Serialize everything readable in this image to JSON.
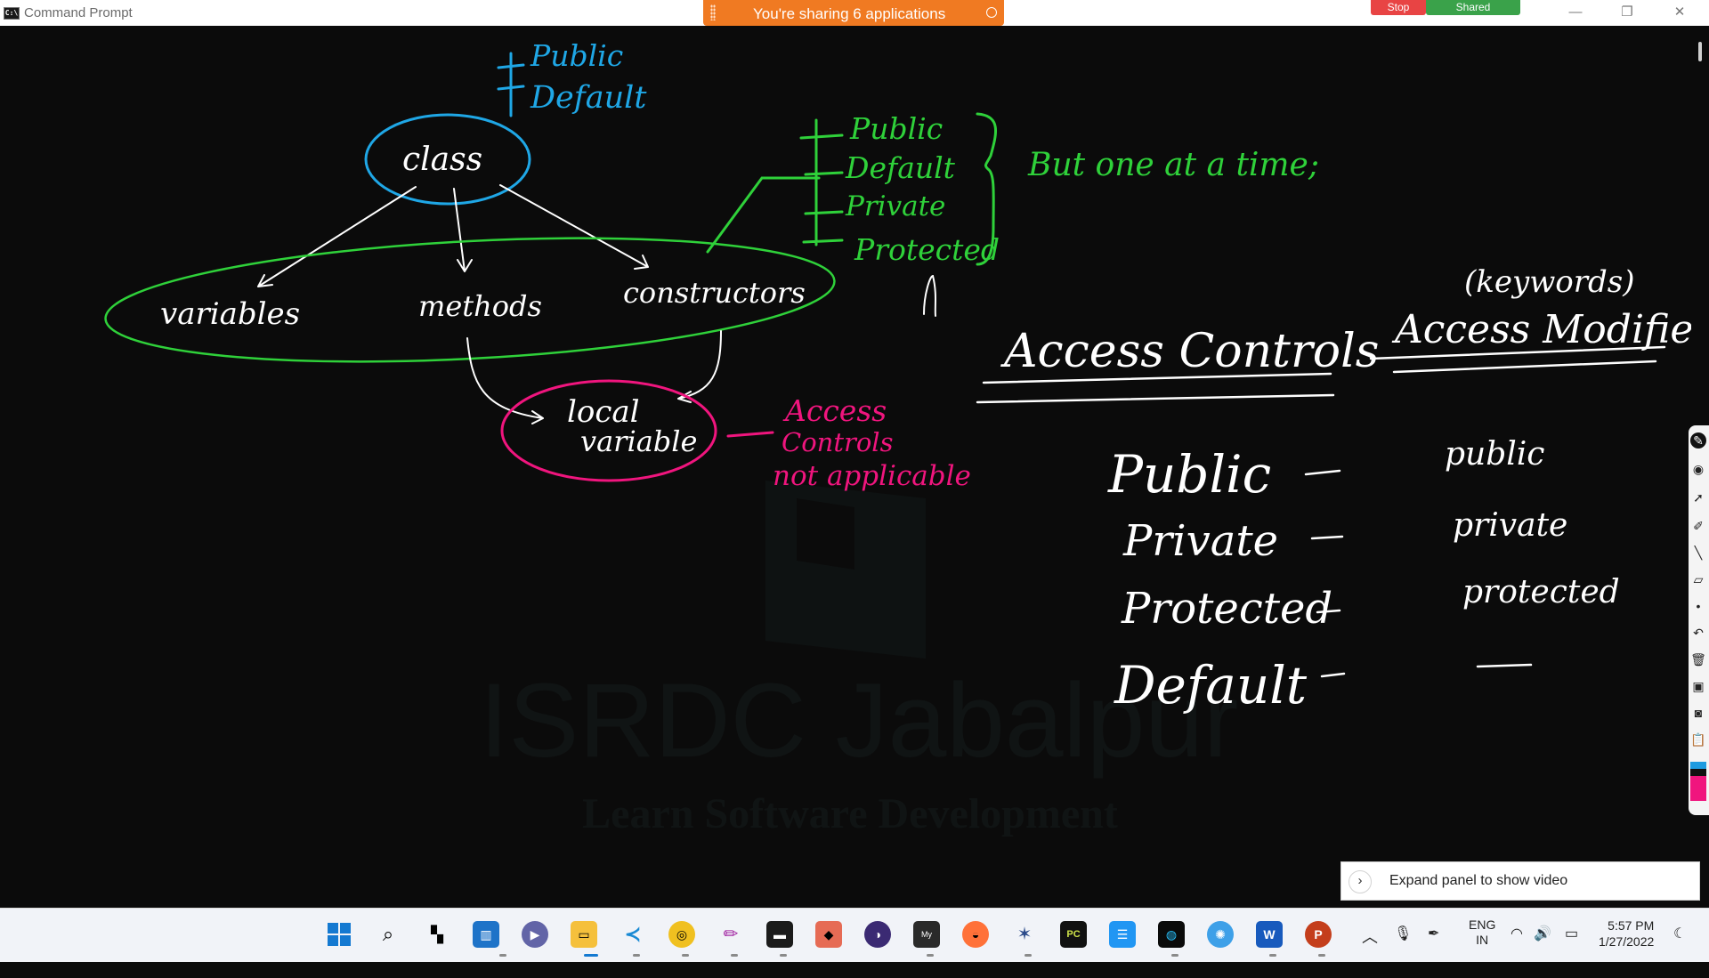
{
  "window": {
    "title": "Command Prompt",
    "icon": "cmd-icon"
  },
  "share_banner": {
    "text": "You're sharing 6 applications",
    "stop_label": "Stop",
    "shared_label": "Shared"
  },
  "whiteboard": {
    "class_modifiers": [
      "Public",
      "Default"
    ],
    "class_label": "class",
    "members": {
      "variables": "variables",
      "methods": "methods",
      "constructors": "constructors"
    },
    "local_variable": [
      "local",
      "variable"
    ],
    "local_note": [
      "Access",
      "Controls",
      "not applicable"
    ],
    "constructor_modifiers": [
      "Public",
      "Default",
      "Private",
      "Protected"
    ],
    "one_at_a_time": "But one at a time;",
    "keywords_note": "(keywords)",
    "access_controls_heading": "Access Controls",
    "access_modifiers_heading": "Access Modifiers",
    "controls": [
      "Public",
      "Private",
      "Protected",
      "Default"
    ],
    "modifiers": [
      "public",
      "private",
      "protected",
      ""
    ],
    "watermark_title": "ISRDC Jabalpur",
    "watermark_subtitle": "Learn Software Development",
    "colors": {
      "blue": "#1fa7e6",
      "green": "#2fd13a",
      "pink": "#f0157e",
      "ink": "#ffffff"
    }
  },
  "video_panel": {
    "text": "Expand panel to show video"
  },
  "taskbar": {
    "apps": [
      "windows-start-icon",
      "search-icon",
      "task-view-icon",
      "widgets-icon",
      "teams-chat-icon",
      "file-explorer-icon",
      "vscode-icon",
      "chrome-canary-icon",
      "pen-tool-icon",
      "terminal-icon",
      "app-icon",
      "eclipse-icon",
      "mysql-icon",
      "firefox-icon",
      "app-icon",
      "pycharm-icon",
      "notepad-icon",
      "webex-icon",
      "app-icon",
      "word-icon",
      "powerpoint-icon"
    ],
    "language": [
      "ENG",
      "IN"
    ],
    "time": "5:57 PM",
    "date": "1/27/2022"
  }
}
